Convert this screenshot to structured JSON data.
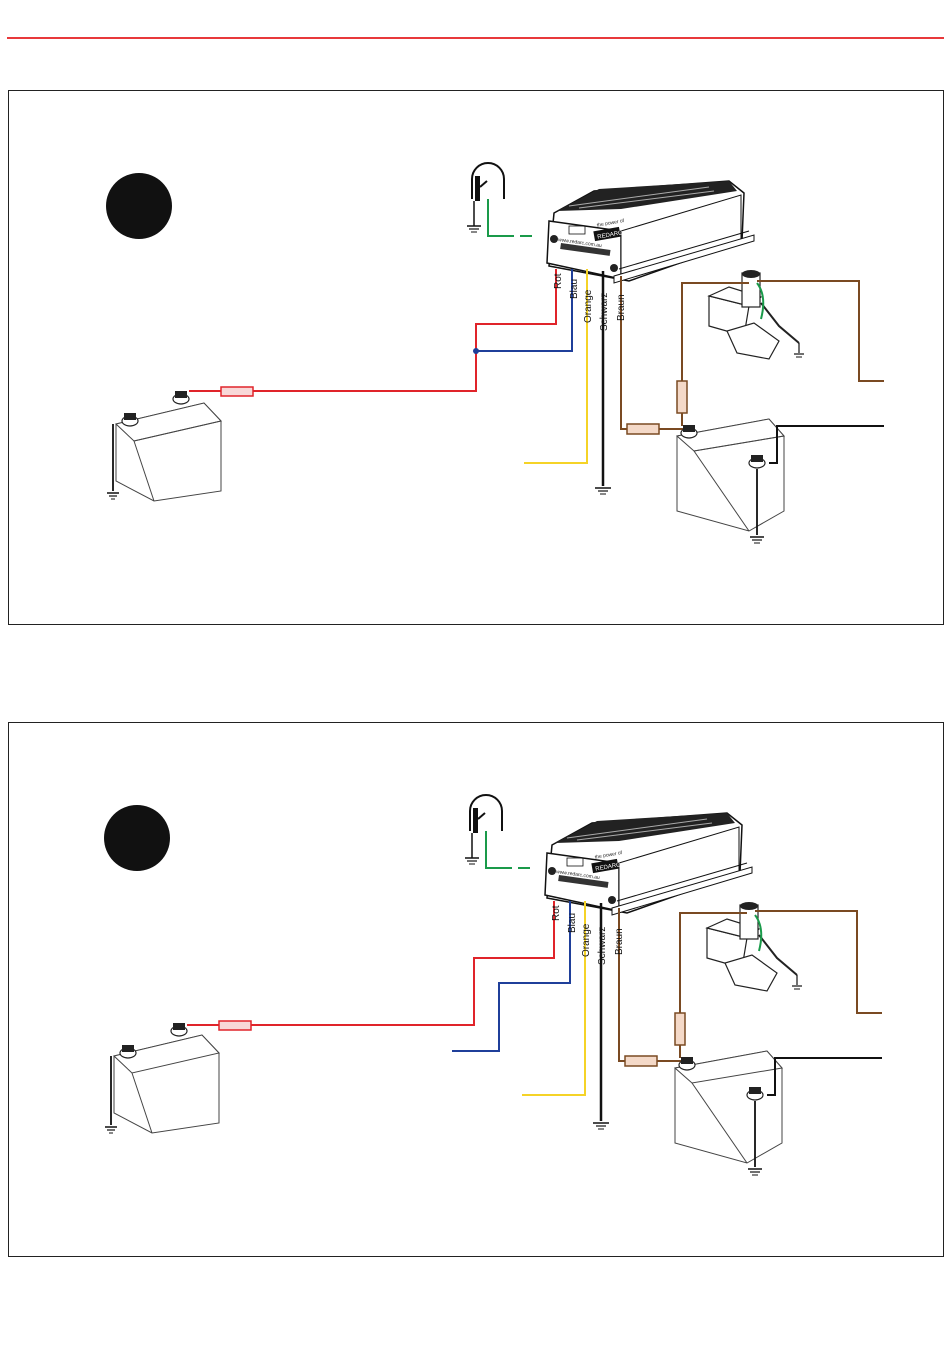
{
  "header": {
    "rule_color": "#e8393b"
  },
  "wire_labels": {
    "red": "Rot",
    "blue": "Blau",
    "orange": "Orange",
    "black": "Schwarz",
    "brown": "Braun"
  },
  "device": {
    "brand": "REDARC",
    "tagline": "the power of",
    "website": "www.redarc.com.au"
  },
  "wire_colors": {
    "red": "#e0242a",
    "blue": "#1f3f9a",
    "yellow": "#f5d327",
    "black": "#111111",
    "brown": "#7a4a22",
    "green": "#1a9a4a"
  }
}
